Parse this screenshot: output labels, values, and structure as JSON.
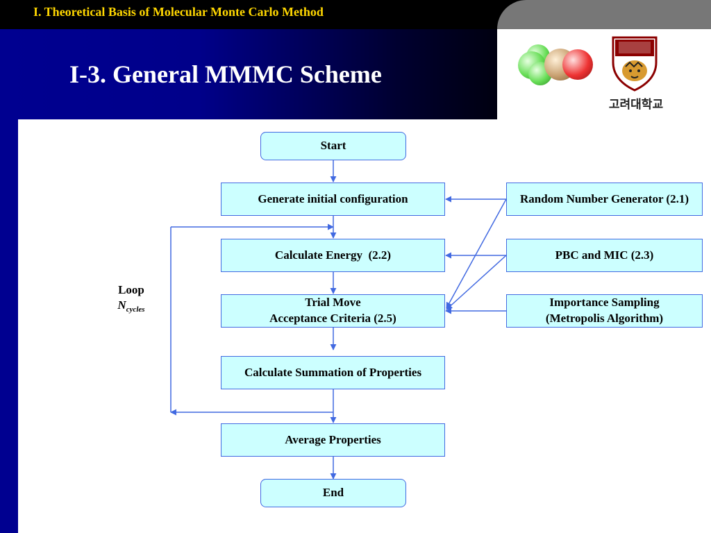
{
  "header": {
    "section_title": "I. Theoretical Basis of Molecular Monte Carlo Method",
    "slide_title": "I-3. General MMMC Scheme"
  },
  "logo": {
    "university_name": "고려대학교",
    "molecule_colors": [
      "#66dd55",
      "#c8a070",
      "#ee3333"
    ]
  },
  "flowchart": {
    "start": "Start",
    "generate": "Generate initial configuration",
    "energy": "Calculate Energy  (2.2)",
    "trial_line1": "Trial Move",
    "trial_line2": "Acceptance Criteria (2.5)",
    "summation": "Calculate Summation of Properties",
    "average": "Average Properties",
    "end": "End",
    "rng": "Random Number Generator (2.1)",
    "pbc": "PBC and MIC (2.3)",
    "importance_line1": "Importance Sampling",
    "importance_line2": "(Metropolis Algorithm)",
    "loop_label": "Loop",
    "loop_var": "N",
    "loop_sub": "cycles"
  },
  "colors": {
    "box_fill": "#ccffff",
    "box_border": "#4169e1",
    "arrow": "#4169e1",
    "header_blue": "#000090",
    "section_title": "#ffd700"
  }
}
